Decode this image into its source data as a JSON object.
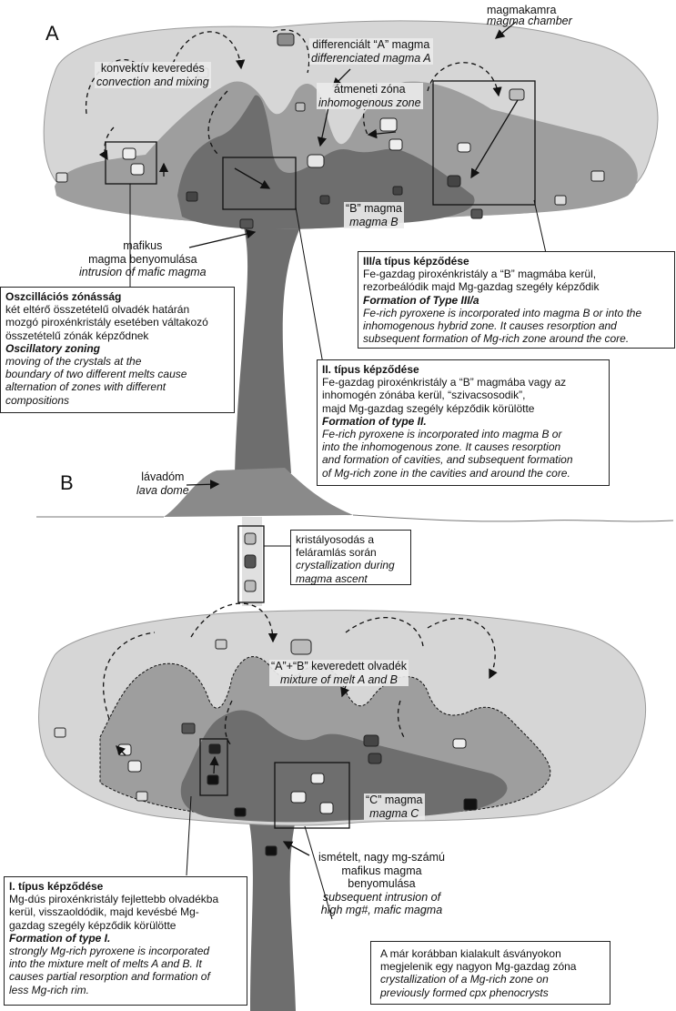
{
  "panelA": {
    "letter": "A",
    "magma_chamber_hu": "magmakamra",
    "magma_chamber_en": "magma chamber",
    "differentiated_hu": "differenciált “A” magma",
    "differentiated_en": "differenciated magma A",
    "convection_hu": "konvektív keveredés",
    "convection_en": "convection and mixing",
    "transition_hu": "átmeneti zóna",
    "transition_en": "inhomogenous zone",
    "magmaB_hu": "“B” magma",
    "magmaB_en": "magma B",
    "mafic_hu1": "mafikus",
    "mafic_hu2": "magma benyomulása",
    "mafic_en": "intrusion of mafic magma",
    "type3a": {
      "title_hu": "III/a típus képződése",
      "line1": "Fe-gazdag piroxénkristály a “B” magmába kerül,",
      "line2": "rezorbeálódik majd Mg-gazdag szegély képződik",
      "title_en": "Formation of Type III/a",
      "en1": "Fe-rich pyroxene is incorporated into magma B or into the",
      "en2": "inhomogenous hybrid zone. It causes resorption and",
      "en3": "subsequent formation of Mg-rich zone around the core."
    },
    "oscillatory": {
      "title_hu": "Oszcillációs zónásság",
      "line1": "két eltérő összetételű olvadék határán",
      "line2": "mozgó piroxénkristály esetében váltakozó",
      "line3": "összetételű zónák képződnek",
      "title_en": "Oscillatory zoning",
      "en1": "moving of the crystals at the",
      "en2": "boundary of two different melts cause",
      "en3": "alternation of zones with different",
      "en4": "compositions"
    },
    "type2": {
      "title_hu": "II. típus képződése",
      "line1": "Fe-gazdag piroxénkristály a “B” magmába vagy az",
      "line2": "inhomogén zónába kerül, “szivacsosodik”,",
      "line3": "majd Mg-gazdag szegély képződik körülötte",
      "title_en": "Formation of type II.",
      "en1": "Fe-rich pyroxene is incorporated into magma B or",
      "en2": "into the inhomogenous zone. It causes resorption",
      "en3": "and formation of cavities, and subsequent formation",
      "en4": "of Mg-rich zone in the cavities and around the core."
    }
  },
  "panelB": {
    "letter": "B",
    "lava_dome_hu": "lávadóm",
    "lava_dome_en": "lava dome",
    "ascent": {
      "l1": "kristályosodás a",
      "l2": "feláramlás során",
      "en1": "crystallization during",
      "en2": "magma ascent"
    },
    "mixture_hu": "“A”+“B” keveredett olvadék",
    "mixture_en": "mixture of melt A and B",
    "magmaC_hu": "“C” magma",
    "magmaC_en": "magma C",
    "repeated": {
      "l1": "ismételt, nagy mg-számú",
      "l2": "mafikus magma",
      "l3": "benyomulása",
      "en1": "subsequent intrusion of",
      "en2": "high mg#, mafic magma"
    },
    "type1": {
      "title_hu": "I. típus képződése",
      "line1": "Mg-dús piroxénkristály fejlettebb olvadékba",
      "line2": "kerül, visszaoldódik, majd kevésbé Mg-",
      "line3": "gazdag szegély képződik körülötte",
      "title_en": "Formation of type I.",
      "en1": "strongly Mg-rich pyroxene is incorporated",
      "en2": "into the mixture melt of melts A and B. It",
      "en3": "causes partial resorption and formation of",
      "en4": "less Mg-rich rim."
    },
    "mgzone": {
      "l1": "A már korábban kialakult ásványokon",
      "l2": "megjelenik egy nagyon Mg-gazdag zóna",
      "en1": "crystallization of a Mg-rich zone on",
      "en2": "previously formed cpx phenocrysts"
    }
  },
  "colors": {
    "light_magma": "#d6d6d6",
    "mid_magma": "#9e9e9e",
    "dark_magma": "#6e6e6e",
    "lava_dome": "#8a8a8a"
  }
}
